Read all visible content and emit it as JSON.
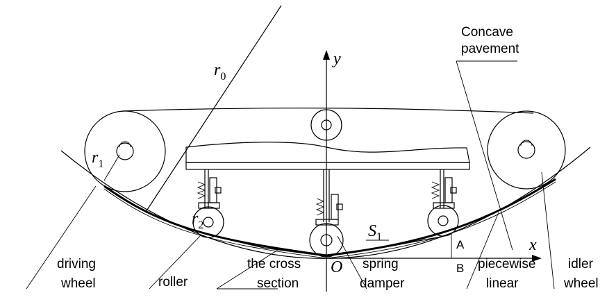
{
  "labels": {
    "concave_pavement_line1": "Concave",
    "concave_pavement_line2": "pavement",
    "driving_wheel_line1": "driving",
    "driving_wheel_line2": "wheel",
    "roller": "roller",
    "cross_section_line1": "the cross",
    "cross_section_line2": "section",
    "spring_damper_line1": "spring",
    "spring_damper_line2": "damper",
    "piecewise_linear_line1": "piecewise",
    "piecewise_linear_line2": "linear",
    "idler_wheel_line1": "idler",
    "idler_wheel_line2": "wheel"
  },
  "symbols": {
    "r0_base": "r",
    "r0_sub": "0",
    "r1_base": "r",
    "r1_sub": "1",
    "r2_base": "r",
    "r2_sub": "2",
    "s1_base": "S",
    "s1_sub": "1",
    "axis_y": "y",
    "axis_x": "x",
    "origin": "O",
    "point_a": "A",
    "point_b": "B"
  }
}
